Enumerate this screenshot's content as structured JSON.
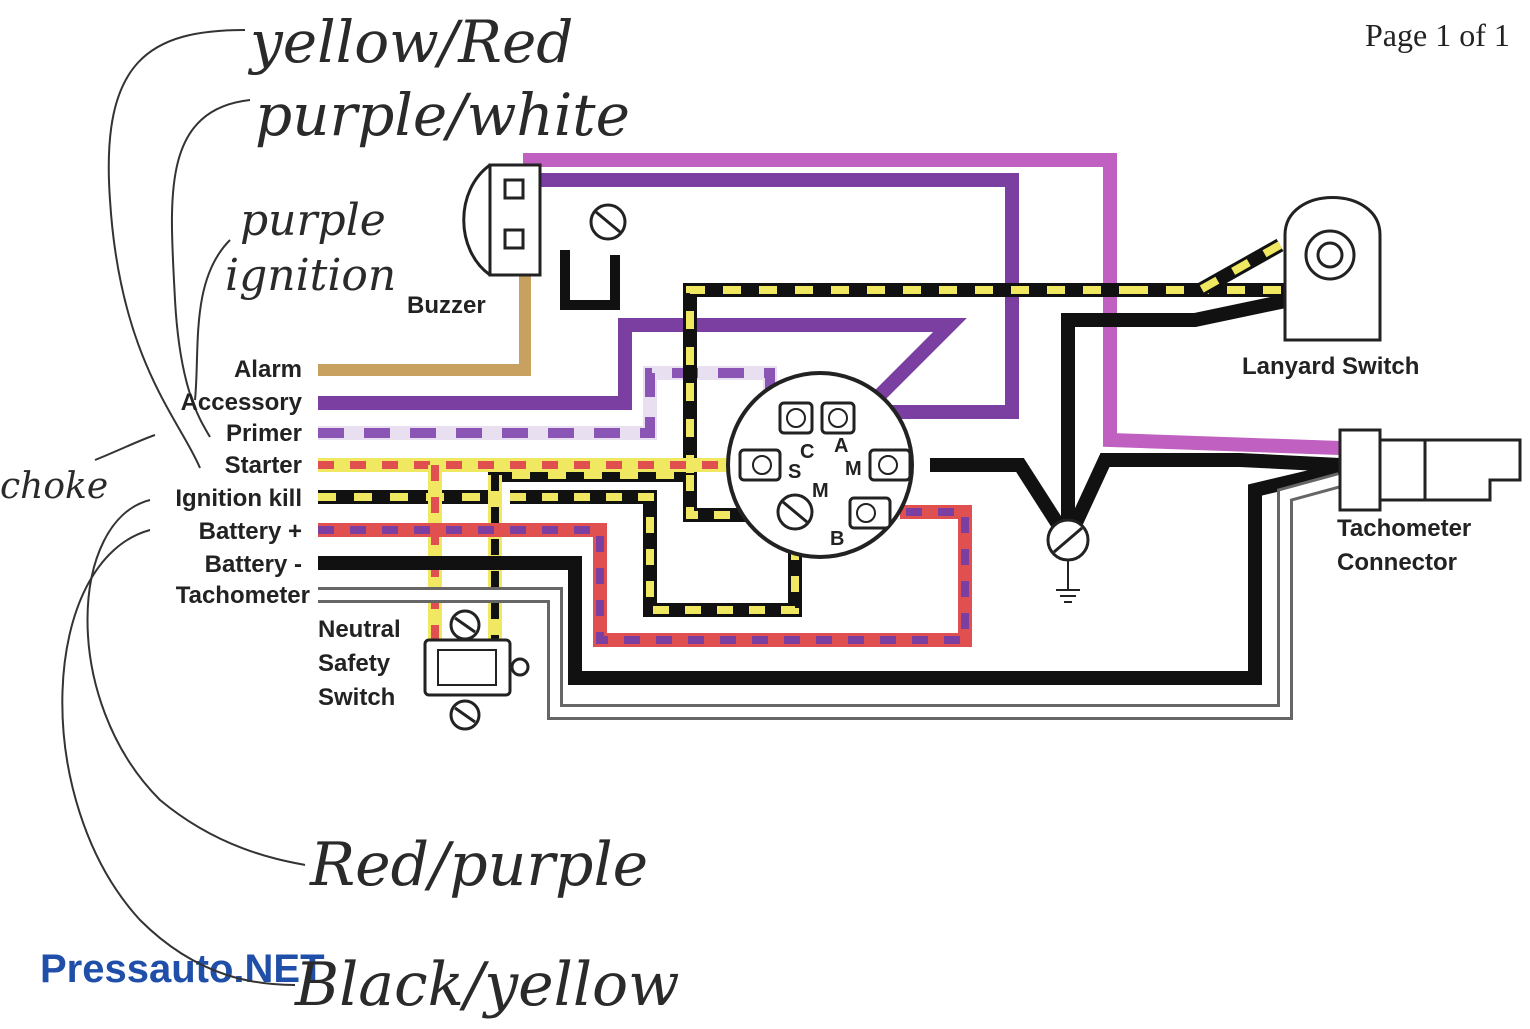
{
  "page_label": "Page 1 of 1",
  "watermark": "Pressauto.NET",
  "handwritten": {
    "note1": "yellow/Red",
    "note2": "purple/white",
    "note3a": "purple",
    "note3b": "ignition",
    "note4": "choke",
    "note5": "Red/purple",
    "note6": "Black/yellow"
  },
  "components": {
    "buzzer": "Buzzer",
    "lanyard_switch": "Lanyard Switch",
    "tach_connector_line1": "Tachometer",
    "tach_connector_line2": "Connector",
    "neutral_line1": "Neutral",
    "neutral_line2": "Safety",
    "neutral_line3": "Switch"
  },
  "wire_labels": [
    "Alarm",
    "Accessory",
    "Primer",
    "Starter",
    "Ignition kill",
    "Battery +",
    "Battery -",
    "Tachometer"
  ],
  "switch_pins": {
    "C": "C",
    "A": "A",
    "S": "S",
    "M1": "M",
    "M2": "M",
    "B": "B"
  },
  "colors": {
    "purple": "#7a3fa0",
    "magenta": "#c060c0",
    "tan": "#c8a060",
    "yellow": "#f0e860",
    "red": "#e05050",
    "black": "#111111",
    "white": "#ffffff"
  }
}
